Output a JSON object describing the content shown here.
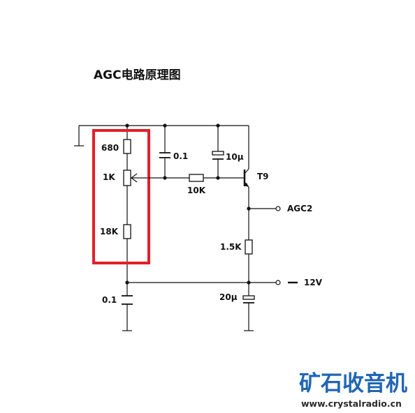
{
  "diagram": {
    "title": "AGC电路原理图",
    "labels": {
      "r680": "680",
      "pot_1k": "1K",
      "r18k": "18K",
      "c_top": "0.1",
      "c_10u": "10μ",
      "r10k": "10K",
      "transistor": "T9",
      "agc2": "AGC2",
      "r1_5k": "1.5K",
      "v12": "12V",
      "c_bottom": "0.1",
      "c_20u": "20μ"
    },
    "highlight_color": "#e0202a"
  },
  "watermark": {
    "brand": "矿石收音机",
    "url": "www.crystalradio.cn",
    "color": "#1f66b4"
  }
}
